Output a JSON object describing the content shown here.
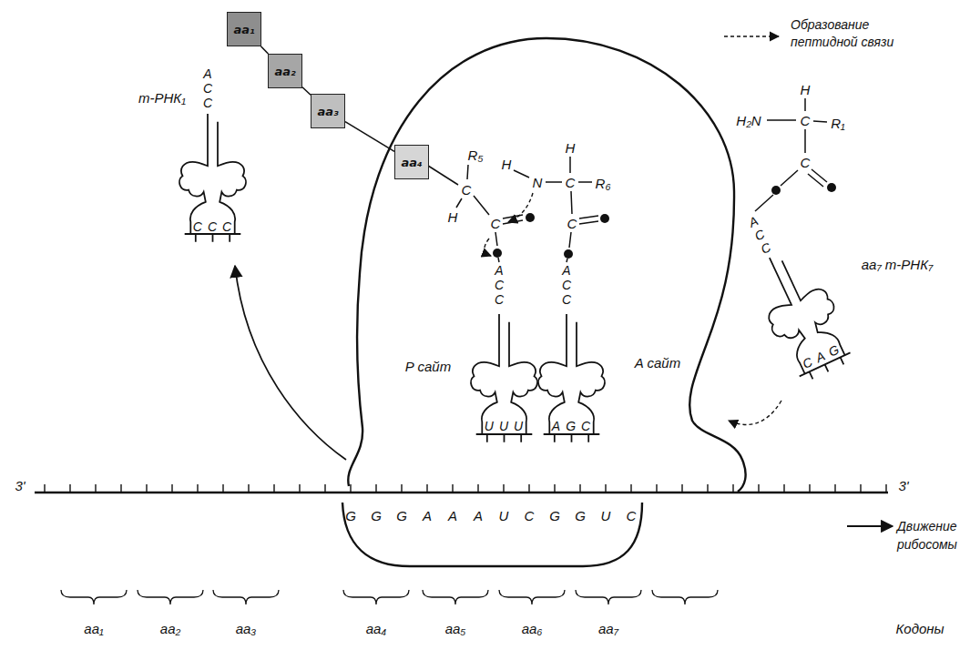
{
  "diagram": {
    "nodes": [
      {
        "text": [
          "aa₁"
        ]
      },
      {
        "text": [
          "aa₂"
        ]
      },
      {
        "text": [
          "aa₃"
        ]
      },
      {
        "text": [
          "aa₄"
        ]
      }
    ],
    "edges": [
      {
        "from": 0,
        "to": 1,
        "arrow": "none"
      },
      {
        "from": 1,
        "to": 2,
        "arrow": "none"
      },
      {
        "from": 2,
        "to": 3,
        "arrow": "none"
      }
    ],
    "labels": [
      "т-РНК₁",
      "ACC",
      "CCC",
      "R₅",
      "C",
      "H",
      "C",
      "H",
      "N",
      "C",
      "H",
      "R₆",
      "C",
      "ACC",
      "P сайт",
      "UUU",
      "ACC",
      "A сайт",
      "AGC",
      "H",
      "H₂N",
      "C",
      "R₁",
      "C",
      "ACC",
      "aa₇ т-РНК₇",
      "CAG",
      "3'",
      "3'",
      "G",
      "G",
      "G",
      "A",
      "A",
      "A",
      "U",
      "C",
      "G",
      "G",
      "U",
      "C",
      "Движение рибосомы",
      "aa₁",
      "aa₂",
      "aa₃",
      "aa₄",
      "aa₅",
      "aa₆",
      "aa₇",
      "Кодоны"
    ],
    "legend": [
      {
        "text": "Образование пептидной связи"
      }
    ]
  }
}
